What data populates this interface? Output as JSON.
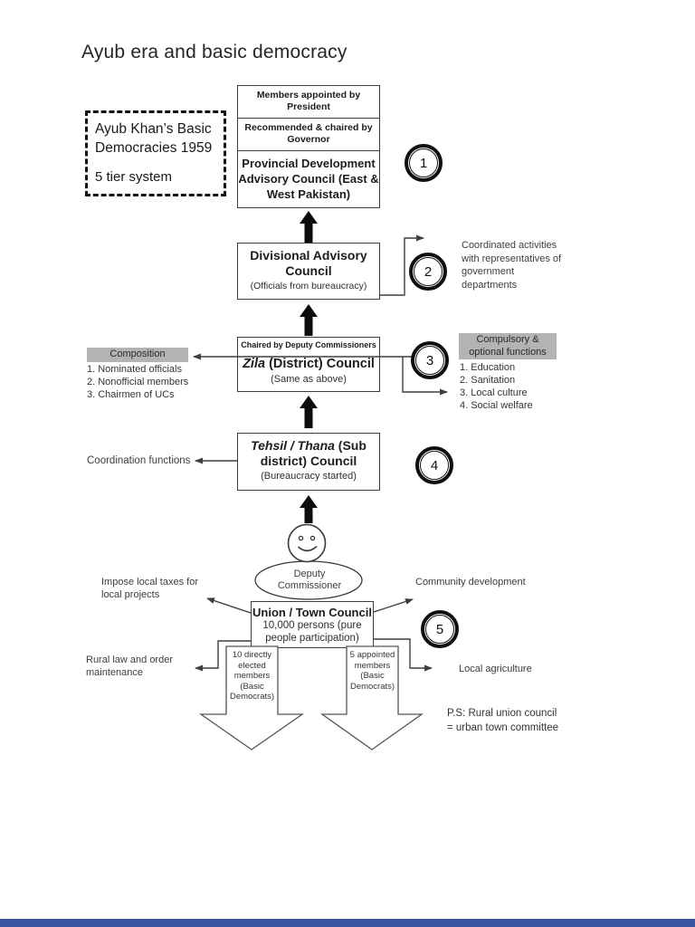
{
  "title": "Ayub era and basic democracy",
  "legend": {
    "line1": "Ayub Khan’s Basic",
    "line2": "Democracies 1959",
    "subtitle": "5 tier system"
  },
  "tiers": {
    "t1": {
      "num": "1",
      "cell1": "Members appointed by President",
      "cell2": "Recommended & chaired by Governor",
      "cell3": "Provincial Development Advisory Council (East & West Pakistan)"
    },
    "t2": {
      "num": "2",
      "title": "Divisional Advisory Council",
      "note": "(Officials from bureaucracy)",
      "annotation": "Coordinated activities with representatives of government departments"
    },
    "t3": {
      "num": "3",
      "header": "Chaired by Deputy Commissioners",
      "title_italic": "Zila",
      "title_rest": " (District) Council",
      "note": "(Same as above)",
      "left": {
        "heading": "Composition",
        "items": [
          "1. Nominated officials",
          "2. Nonofficial members",
          "3. Chairmen of UCs"
        ]
      },
      "right": {
        "heading": "Compulsory & optional functions",
        "items": [
          "1. Education",
          "2. Sanitation",
          "3. Local culture",
          "4. Social welfare"
        ]
      }
    },
    "t4": {
      "num": "4",
      "title_italic": "Tehsil / Thana",
      "title_rest": " (Sub district) Council",
      "note": "(Bureaucracy started)",
      "left_annotation": "Coordination functions"
    },
    "t5": {
      "num": "5",
      "officer": "Deputy Commissioner",
      "title": "Union / Town Council",
      "note": "10,000 persons (pure people participation)",
      "left_annotations": [
        "Impose local taxes for local projects",
        "Rural law and order maintenance"
      ],
      "right_annotations": [
        "Community development",
        "Local agriculture"
      ],
      "columns": [
        "10 directly elected members (Basic Democrats)",
        "5 appointed members (Basic Democrats)"
      ],
      "ps_note": "P.S: Rural union council = urban town committee"
    }
  },
  "colors": {
    "highlight_gray": "#b3b3b3",
    "ink": "#1c1c1c",
    "footer_blue": "#3a56a0"
  }
}
